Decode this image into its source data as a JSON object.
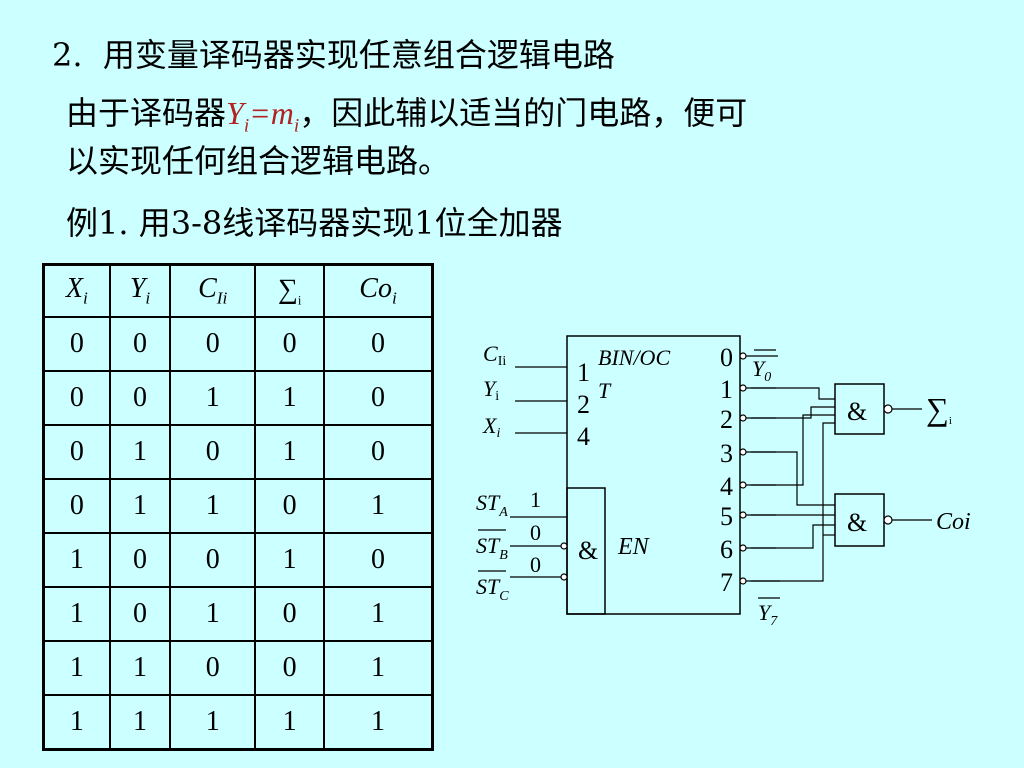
{
  "heading": {
    "number": "2.",
    "text": "用变量译码器实现任意组合逻辑电路"
  },
  "paragraph": {
    "before_formula": "由于译码器",
    "formula_y": "Y",
    "formula_y_sub": "i",
    "formula_eq": "=m",
    "formula_m_sub": "i",
    "after_formula": "，因此辅以适当的门电路，便可",
    "line2": "以实现任何组合逻辑电路。"
  },
  "example": {
    "text": "例1. 用3-8线译码器实现1位全加器"
  },
  "truth_table": {
    "headers": [
      {
        "main": "X",
        "sub": "i"
      },
      {
        "main": "Y",
        "sub": "i"
      },
      {
        "main": "C",
        "sub": "Ii"
      },
      {
        "main": "∑",
        "sub": "i"
      },
      {
        "main": "Co",
        "sub": "i"
      }
    ],
    "rows": [
      [
        "0",
        "0",
        "0",
        "0",
        "0"
      ],
      [
        "0",
        "0",
        "1",
        "1",
        "0"
      ],
      [
        "0",
        "1",
        "0",
        "1",
        "0"
      ],
      [
        "0",
        "1",
        "1",
        "0",
        "1"
      ],
      [
        "1",
        "0",
        "0",
        "1",
        "0"
      ],
      [
        "1",
        "0",
        "1",
        "0",
        "1"
      ],
      [
        "1",
        "1",
        "0",
        "0",
        "1"
      ],
      [
        "1",
        "1",
        "1",
        "1",
        "1"
      ]
    ]
  },
  "circuit": {
    "inputs": [
      {
        "main": "C",
        "sub": "Ii"
      },
      {
        "main": "Y",
        "sub": "i"
      },
      {
        "main": "X",
        "sub": "i"
      }
    ],
    "input_weights": [
      "1",
      "2",
      "4"
    ],
    "block_label_line1": "BIN/OC",
    "block_label_line2": "T",
    "enables": [
      {
        "main": "ST",
        "sub": "A",
        "value": "1"
      },
      {
        "main": "ST",
        "sub": "B",
        "value": "0"
      },
      {
        "main": "ST",
        "sub": "C",
        "value": "0"
      }
    ],
    "enable_gate_symbol": "&",
    "enable_label": "EN",
    "outputs": [
      "0",
      "1",
      "2",
      "3",
      "4",
      "5",
      "6",
      "7"
    ],
    "y0_label": {
      "main": "Y",
      "sub": "0"
    },
    "y7_label": {
      "main": "Y",
      "sub": "7"
    },
    "gate_symbol": "&",
    "sum_output": {
      "main": "∑",
      "sub": "i"
    },
    "carry_output": "Coi"
  }
}
